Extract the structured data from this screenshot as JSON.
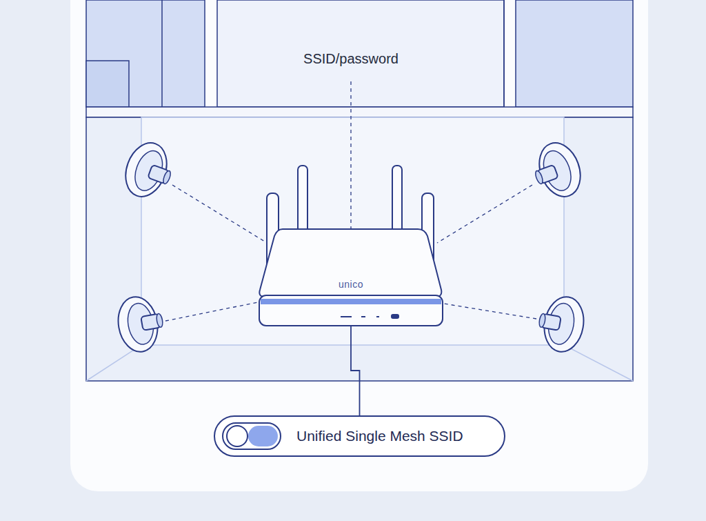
{
  "diagram": {
    "nodes": [
      {
        "text": [
          "unico"
        ]
      },
      {
        "text": [
          "Unified Single Mesh SSID"
        ]
      }
    ],
    "edges": [
      {
        "from": 0,
        "to": 1,
        "arrow": "none"
      }
    ],
    "labels": [
      "SSID/password"
    ]
  }
}
